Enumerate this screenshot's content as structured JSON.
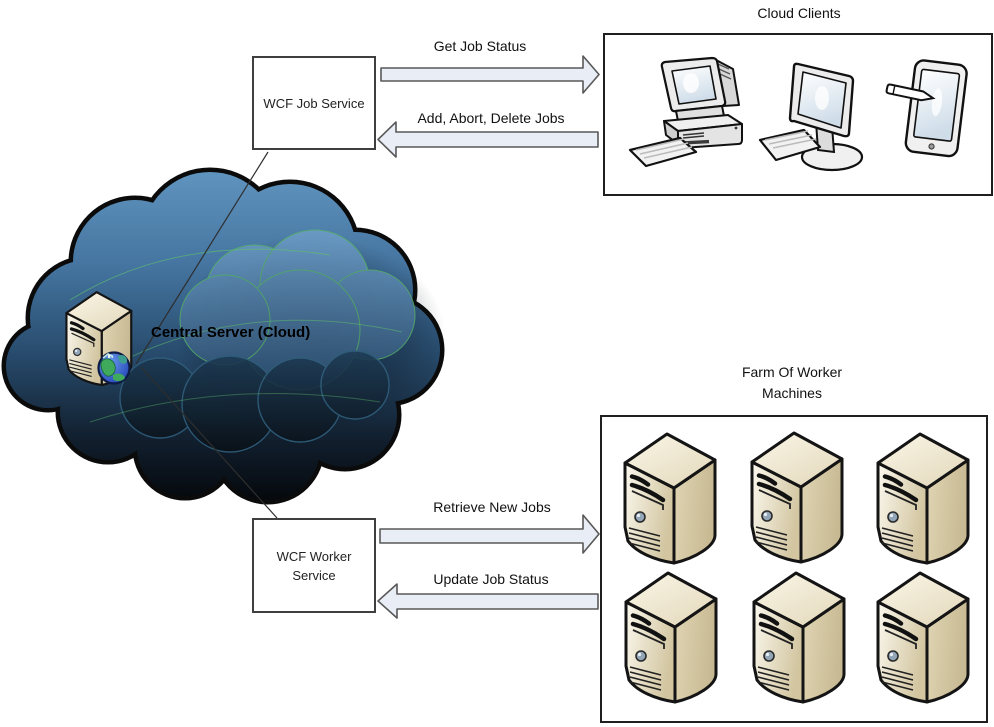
{
  "cloud": {
    "label": "Central Server (Cloud)"
  },
  "services": {
    "job": {
      "label": "WCF Job Service"
    },
    "worker": {
      "line1": "WCF Worker",
      "line2": "Service"
    }
  },
  "groups": {
    "clients": {
      "title": "Cloud Clients"
    },
    "farm": {
      "title_line1": "Farm Of Worker",
      "title_line2": "Machines"
    }
  },
  "flows": {
    "get_job_status": "Get Job Status",
    "add_abort_delete": "Add, Abort, Delete Jobs",
    "retrieve_new_jobs": "Retrieve New Jobs",
    "update_job_status": "Update Job Status"
  },
  "icons": {
    "cloud": "cloud-icon",
    "server_tower": "server-tower-icon",
    "globe": "globe-icon",
    "desktop_pc": "desktop-pc-icon",
    "monitor": "monitor-keyboard-icon",
    "tablet": "tablet-stylus-icon"
  },
  "colors": {
    "arrow_fill": "#e9edf6",
    "arrow_stroke": "#585858",
    "cloud_top": "#5e93bd",
    "cloud_bottom": "#04070a",
    "cloud_outline": "#0b0b0b",
    "puff_green_edge": "#58b06a",
    "tower_front": "#f2ebd8",
    "tower_side": "#d5c8a3",
    "globe_ocean": "#1c3db0",
    "globe_land": "#3fa95c",
    "box_border": "#3f3f3f"
  }
}
